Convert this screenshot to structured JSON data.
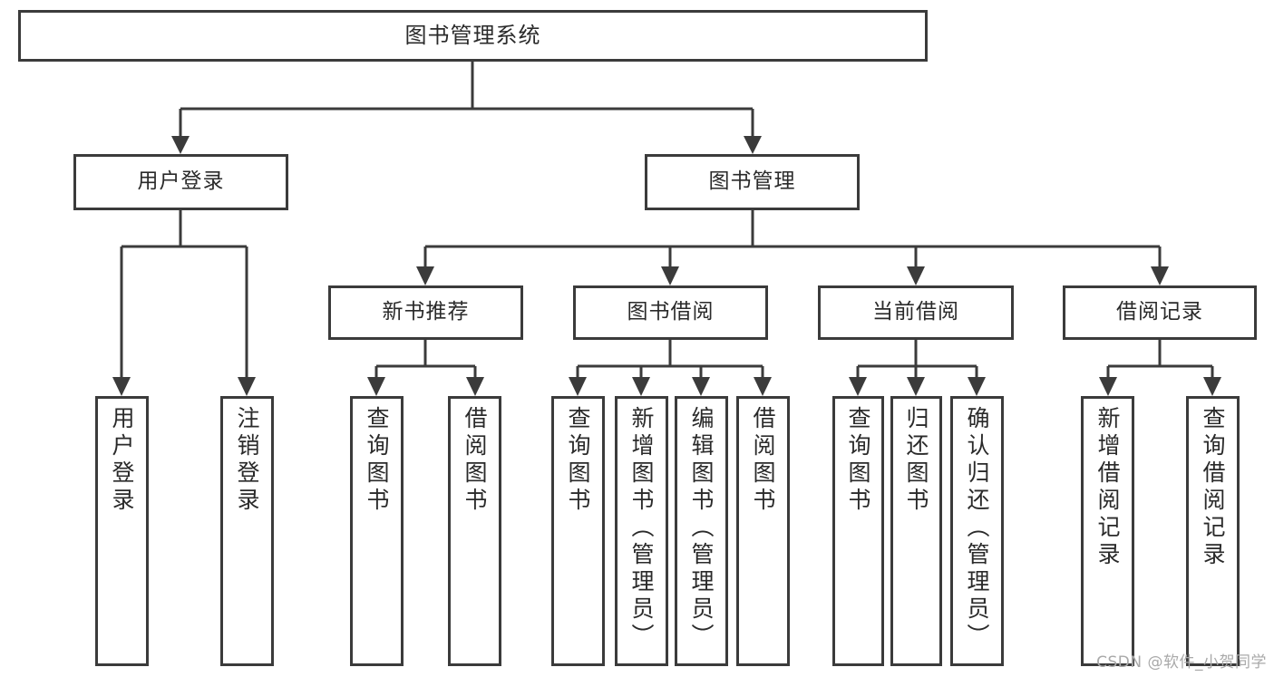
{
  "diagram": {
    "title": "图书管理系统",
    "type": "tree",
    "watermark": "CSDN @软件_小贺同学",
    "colors": {
      "stroke": "#3b3b3b",
      "fill": "#ffffff",
      "text": "#2a2a2a",
      "watermark": "#a9a9a9"
    },
    "root": {
      "label": "图书管理系统"
    },
    "level2": [
      {
        "label": "用户登录"
      },
      {
        "label": "图书管理"
      }
    ],
    "level3": [
      {
        "label": "新书推荐"
      },
      {
        "label": "图书借阅"
      },
      {
        "label": "当前借阅"
      },
      {
        "label": "借阅记录"
      }
    ],
    "leaves": {
      "user_login": [
        {
          "label": "用户登录"
        },
        {
          "label": "注销登录"
        }
      ],
      "new_book_recommend": [
        {
          "label": "查询图书"
        },
        {
          "label": "借阅图书"
        }
      ],
      "book_borrow": [
        {
          "label": "查询图书"
        },
        {
          "label": "新增图书（管理员）"
        },
        {
          "label": "编辑图书（管理员）"
        },
        {
          "label": "借阅图书"
        }
      ],
      "current_borrow": [
        {
          "label": "查询图书"
        },
        {
          "label": "归还图书"
        },
        {
          "label": "确认归还（管理员）"
        }
      ],
      "borrow_record": [
        {
          "label": "新增借阅记录"
        },
        {
          "label": "查询借阅记录"
        }
      ]
    }
  }
}
